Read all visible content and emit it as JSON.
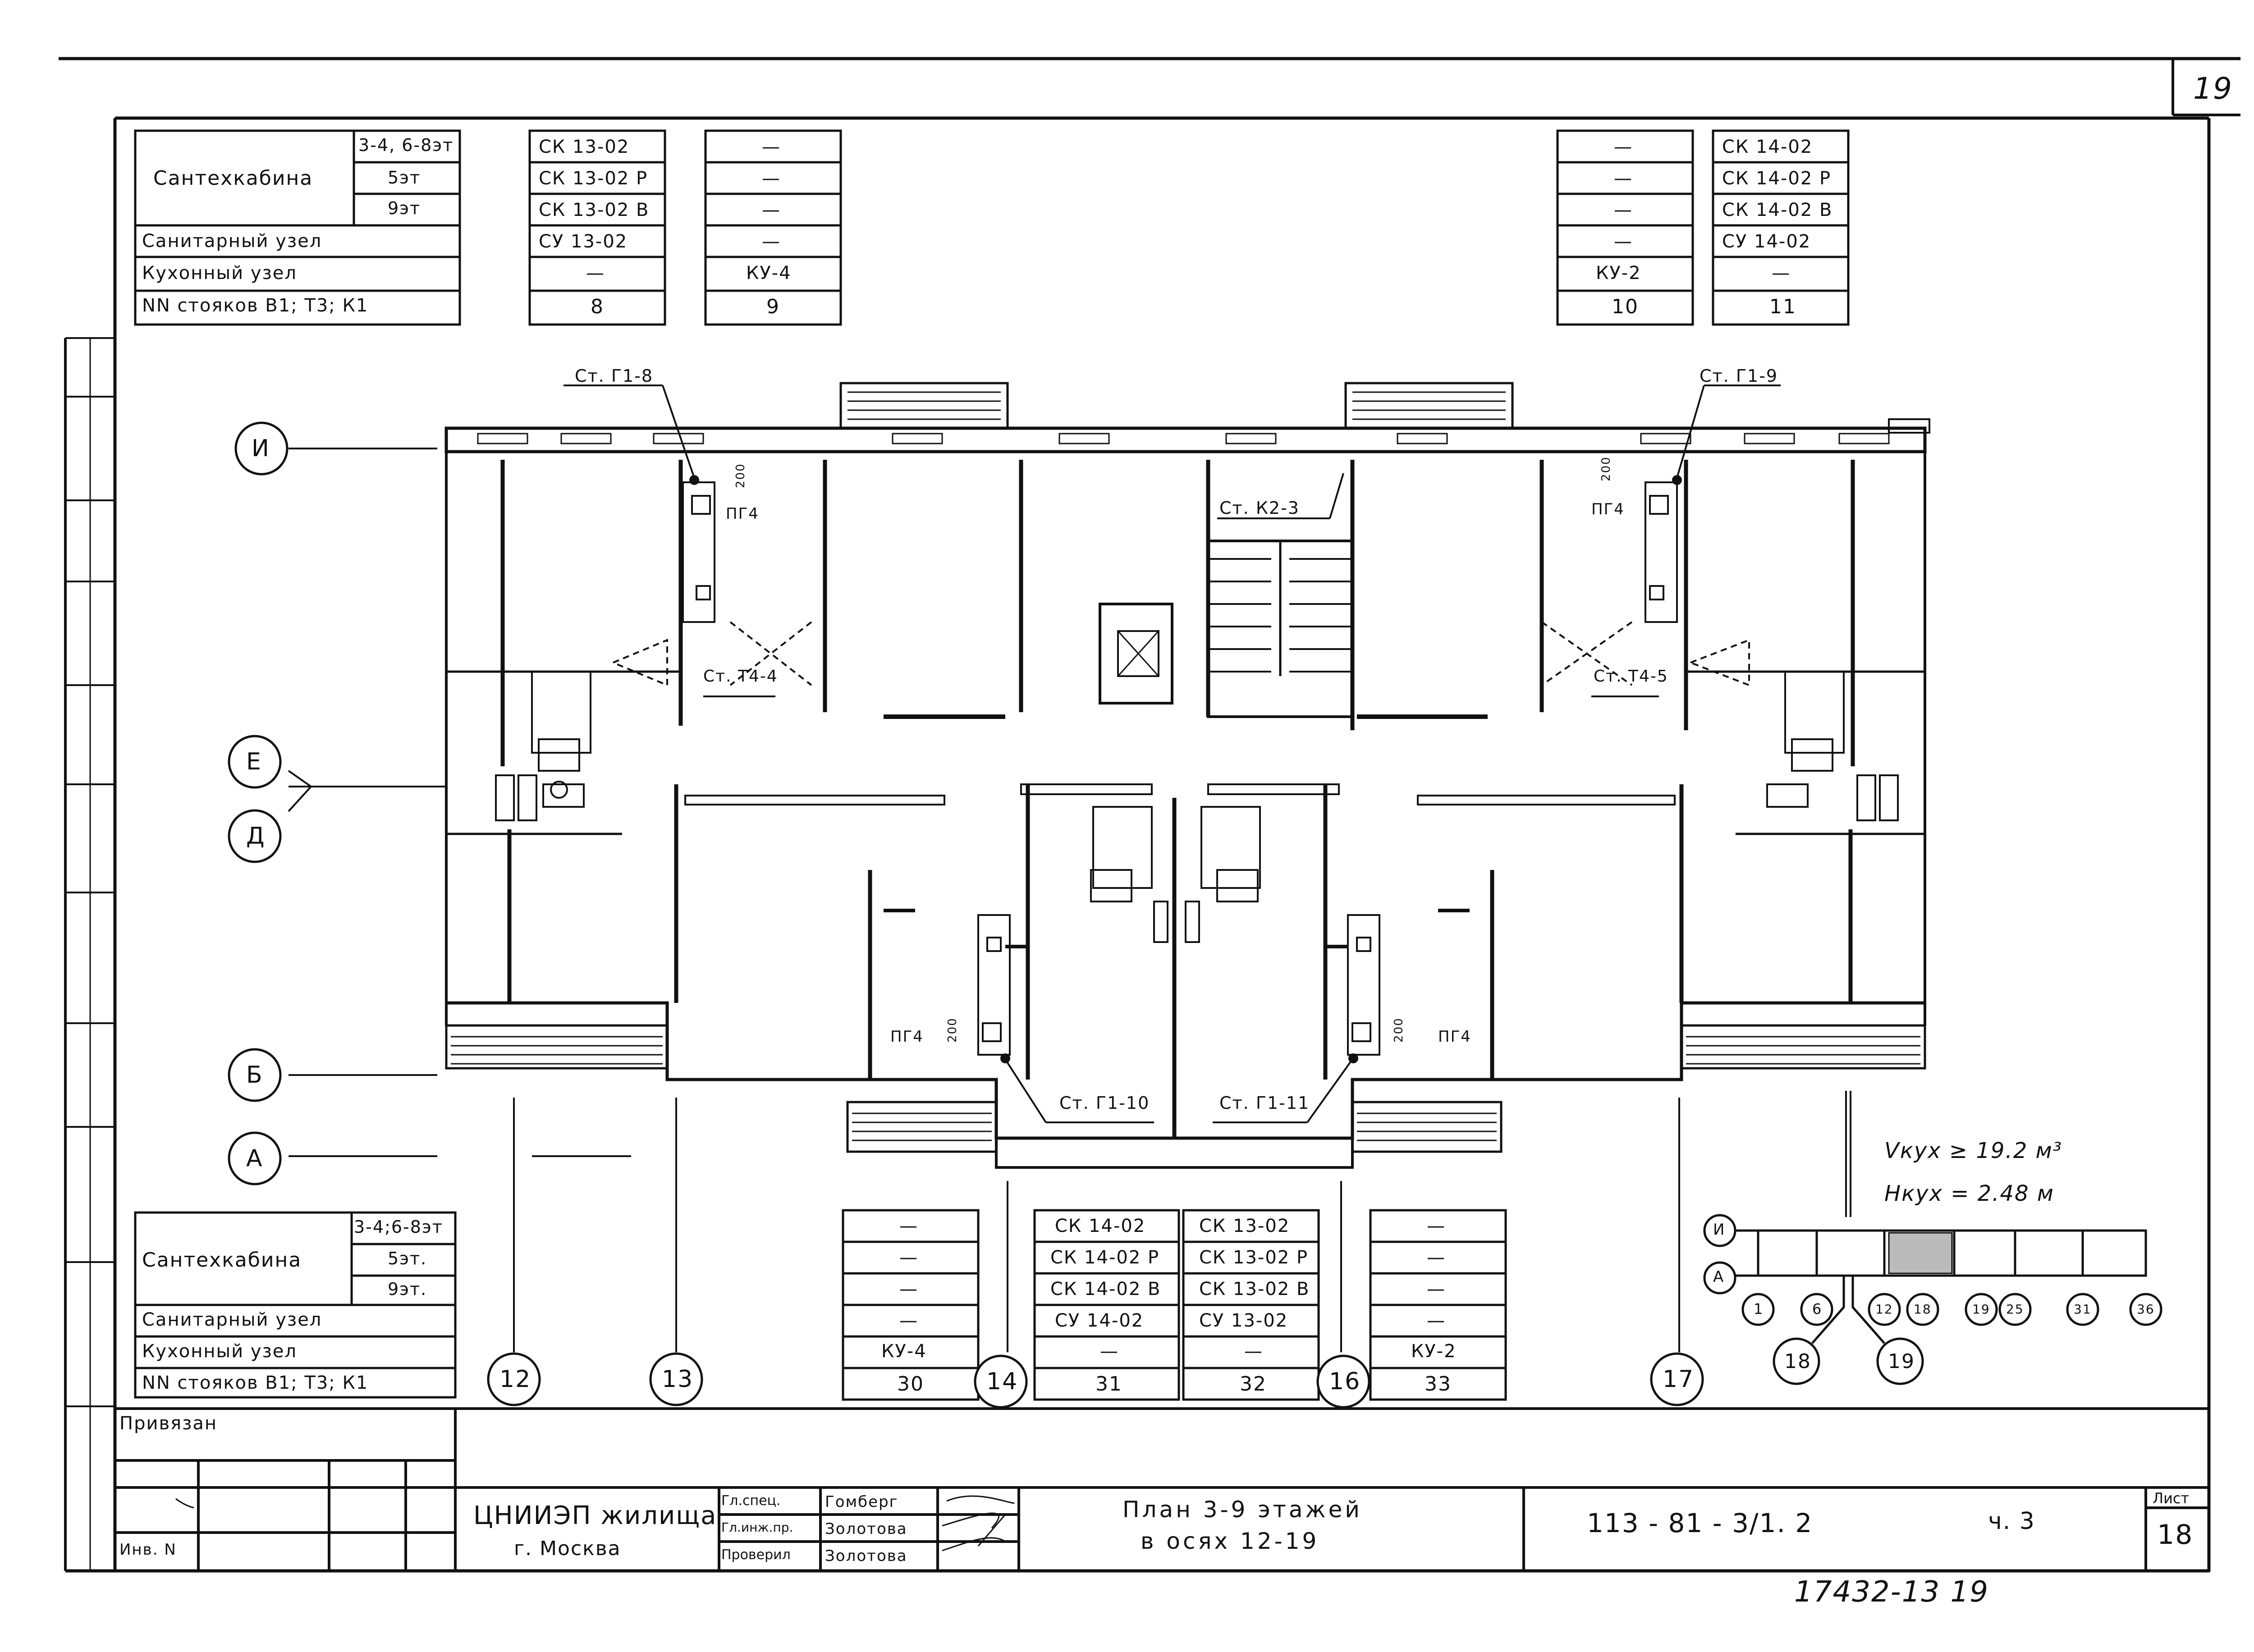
{
  "sheet_corner_number": "19",
  "top_left_table": {
    "cabin_label": "Сантехкабина",
    "floor_rows": [
      "3-4, 6-8эт",
      "5эт",
      "9эт"
    ],
    "sanitary_label": "Санитарный узел",
    "kitchen_label": "Кухонный узел",
    "risers_label": "NN стояков В1; Т3; К1"
  },
  "bottom_left_table": {
    "cabin_label": "Сантехкабина",
    "floor_rows": [
      "3-4;6-8эт",
      "5эт.",
      "9эт."
    ],
    "sanitary_label": "Санитарный узел",
    "kitchen_label": "Кухонный узел",
    "risers_label": "NN стояков В1; Т3; К1"
  },
  "top_columns": [
    {
      "rows": [
        "СК 13-02",
        "СК 13-02 Р",
        "СК 13-02 В",
        "СУ 13-02",
        "—",
        "8"
      ]
    },
    {
      "rows": [
        "—",
        "—",
        "—",
        "—",
        "КУ-4",
        "9"
      ]
    },
    {
      "rows": [
        "—",
        "—",
        "—",
        "—",
        "КУ-2",
        "10"
      ]
    },
    {
      "rows": [
        "СК 14-02",
        "СК 14-02 Р",
        "СК 14-02 В",
        "СУ 14-02",
        "—",
        "11"
      ]
    }
  ],
  "bottom_columns": [
    {
      "rows": [
        "—",
        "—",
        "—",
        "—",
        "КУ-4",
        "30"
      ]
    },
    {
      "rows": [
        "СК 14-02",
        "СК 14-02 Р",
        "СК 14-02 В",
        "СУ 14-02",
        "—",
        "31"
      ]
    },
    {
      "rows": [
        "СК 13-02",
        "СК 13-02 Р",
        "СК 13-02 В",
        "СУ 13-02",
        "—",
        "32"
      ]
    },
    {
      "rows": [
        "—",
        "—",
        "—",
        "—",
        "КУ-2",
        "33"
      ]
    }
  ],
  "row_axes": [
    "И",
    "Е",
    "Д",
    "Б",
    "А"
  ],
  "column_axes": [
    "12",
    "13",
    "14",
    "16",
    "17"
  ],
  "riser_labels": [
    "Ст. Г1-8",
    "Ст. Г1-9",
    "Ст. К2-3",
    "Ст. Т4-4",
    "Ст. Т4-5",
    "Ст. Г1-10",
    "Ст. Г1-11"
  ],
  "heater_label": "ПГ4",
  "dimension_label": "200",
  "volume_line": "Vкух ≥ 19.2 м³",
  "height_line": "Hкух = 2.48 м",
  "key_plan": {
    "row_axes": [
      "И",
      "А"
    ],
    "column_axes": [
      "1",
      "6",
      "12",
      "18",
      "19",
      "25",
      "31",
      "36"
    ],
    "callouts": [
      "18",
      "19"
    ]
  },
  "title_block": {
    "privyazan": "Привязан",
    "inv_no": "Инв. N",
    "org_name": "ЦНИИЭП жилища",
    "city": "г. Москва",
    "roles": [
      "Гл.спец.",
      "Гл.инж.пр.",
      "Проверил"
    ],
    "names": [
      "Гомберг",
      "Золотова",
      "Золотова"
    ],
    "drawing_title_1": "План 3-9 этажей",
    "drawing_title_2": "в осях 12-19",
    "project_code": "113 - 81 - 3/1. 2",
    "part": "ч. 3",
    "sheet_label": "Лист",
    "sheet_number": "18"
  },
  "footer_code": "17432-13  19"
}
